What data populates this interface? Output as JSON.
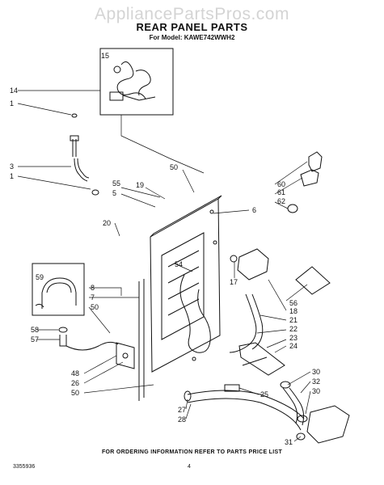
{
  "watermark": "AppliancePartsPros.com",
  "title": "REAR PANEL PARTS",
  "subtitle": "For Model: KAWE742WWH2",
  "footer": "FOR ORDERING INFORMATION REFER TO PARTS PRICE LIST",
  "doc_code": "3355936",
  "page_number": "4",
  "callouts": [
    "15",
    "14",
    "1",
    "3",
    "1",
    "55",
    "5",
    "19",
    "50",
    "20",
    "6",
    "60",
    "61",
    "62",
    "54",
    "17",
    "56",
    "18",
    "21",
    "22",
    "23",
    "24",
    "59",
    "8",
    "7",
    "50",
    "58",
    "57",
    "48",
    "26",
    "50",
    "25",
    "27",
    "28",
    "30",
    "32",
    "30",
    "31"
  ]
}
